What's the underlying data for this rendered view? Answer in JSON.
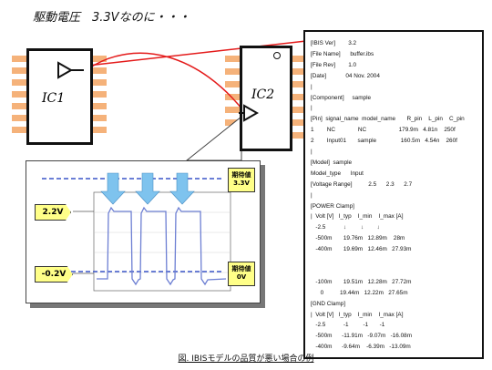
{
  "caption_top": "駆動電圧　3.3Vなのに・・・",
  "ic1_label": "IC1",
  "ic2_label": "IC2",
  "ibis_lines": [
    "[IBIS Ver]        3.2",
    "[File Name]      buffer.ibs",
    "[File Rev]        1.0",
    "[Date]            04 Nov. 2004",
    "|",
    "[Component]     sample",
    "|",
    "[Pin]  signal_name  model_name       R_pin    L_pin    C_pin",
    "1        NC              NC                    179.9m   4.81n    250f",
    "2        Input01       sample               160.5m   4.54n    260f",
    "|",
    "[Model]  sample",
    "Model_type      Input",
    "[Voltage Range]          2.5      2.3      2.7",
    "|",
    "[POWER Clamp]",
    "|  Volt [V]   I_typ    I_min    I_max [A]",
    "   -2.5           ↓         ↓        ↓",
    "   -500m       19.76m   12.89m    28m",
    "   -400m       19.69m   12.46m   27.93m",
    "",
    "",
    "   -100m       19.51m   12.28m   27.72m",
    "      0          19.44m   12.22m   27.65m",
    "[GND Clamp]",
    "|  Volt [V]   I_typ    I_min    I_max [A]",
    "   -2.5           -1         -1       -1",
    "   -500m      -11.91m   -9.07m   -16.08m",
    "   -400m      -9.64m    -6.39m   -13.09m"
  ],
  "tag_expected_high": [
    "期待値",
    "3.3V"
  ],
  "tag_expected_low": [
    "期待値",
    "0V"
  ],
  "level_high": "2.2V",
  "level_low": "-0.2V",
  "caption_bottom": "図. IBISモデルの品質が悪い場合の例",
  "colors": {
    "connector": "#e41b1b",
    "pin": "#f5b27a",
    "arrow": "#7ec3ee",
    "dash": "#3a55c8",
    "wave": "#6d7fd3",
    "tag": "#ffff88"
  }
}
